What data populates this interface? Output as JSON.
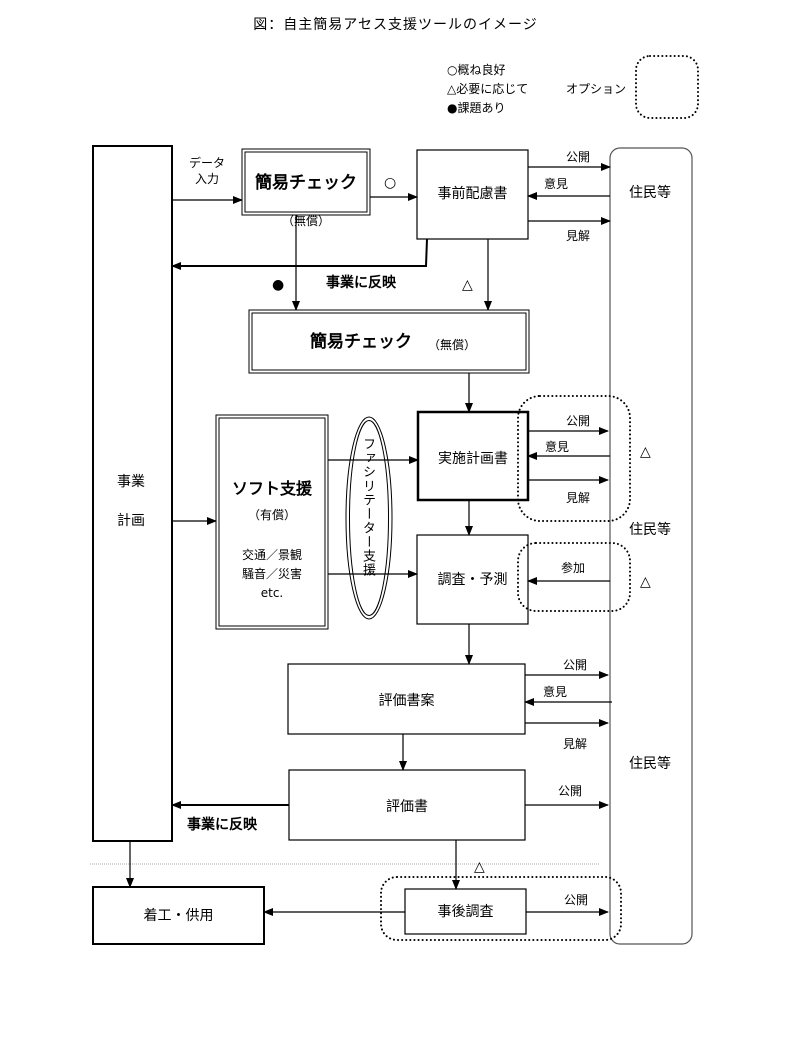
{
  "title": "図：自主簡易アセス支援ツールのイメージ",
  "legend": {
    "good": "○概ね良好",
    "as_needed": "△必要に応じて",
    "issue": "●課題あり",
    "option_label": "オプション"
  },
  "nodes": {
    "business_plan": [
      "事業",
      "計画"
    ],
    "simple_check_1": {
      "label": "簡易チェック",
      "sub": "（無償）"
    },
    "simple_check_2": {
      "label": "簡易チェック",
      "sub": "（無償）"
    },
    "prior_doc": "事前配慮書",
    "soft_support": {
      "label": "ソフト支援",
      "sub": "（有償）",
      "items": [
        "交通／景観",
        "騒音／災害",
        "etc."
      ]
    },
    "facilitator": "ファシリテーター支援",
    "impl_plan": "実施計画書",
    "survey": "調査・予測",
    "eval_draft": "評価書案",
    "eval_doc": "評価書",
    "post_survey": "事後調査",
    "construction": "着工・供用",
    "residents": [
      "住民等",
      "住民等",
      "住民等"
    ]
  },
  "edge_labels": {
    "data_input": [
      "データ",
      "入力"
    ],
    "reflect": "事業に反映",
    "publish": "公開",
    "opinion": "意見",
    "view": "見解",
    "participate": "参加"
  },
  "marks": {
    "circle": "○",
    "triangle": "△",
    "dot": "●"
  }
}
